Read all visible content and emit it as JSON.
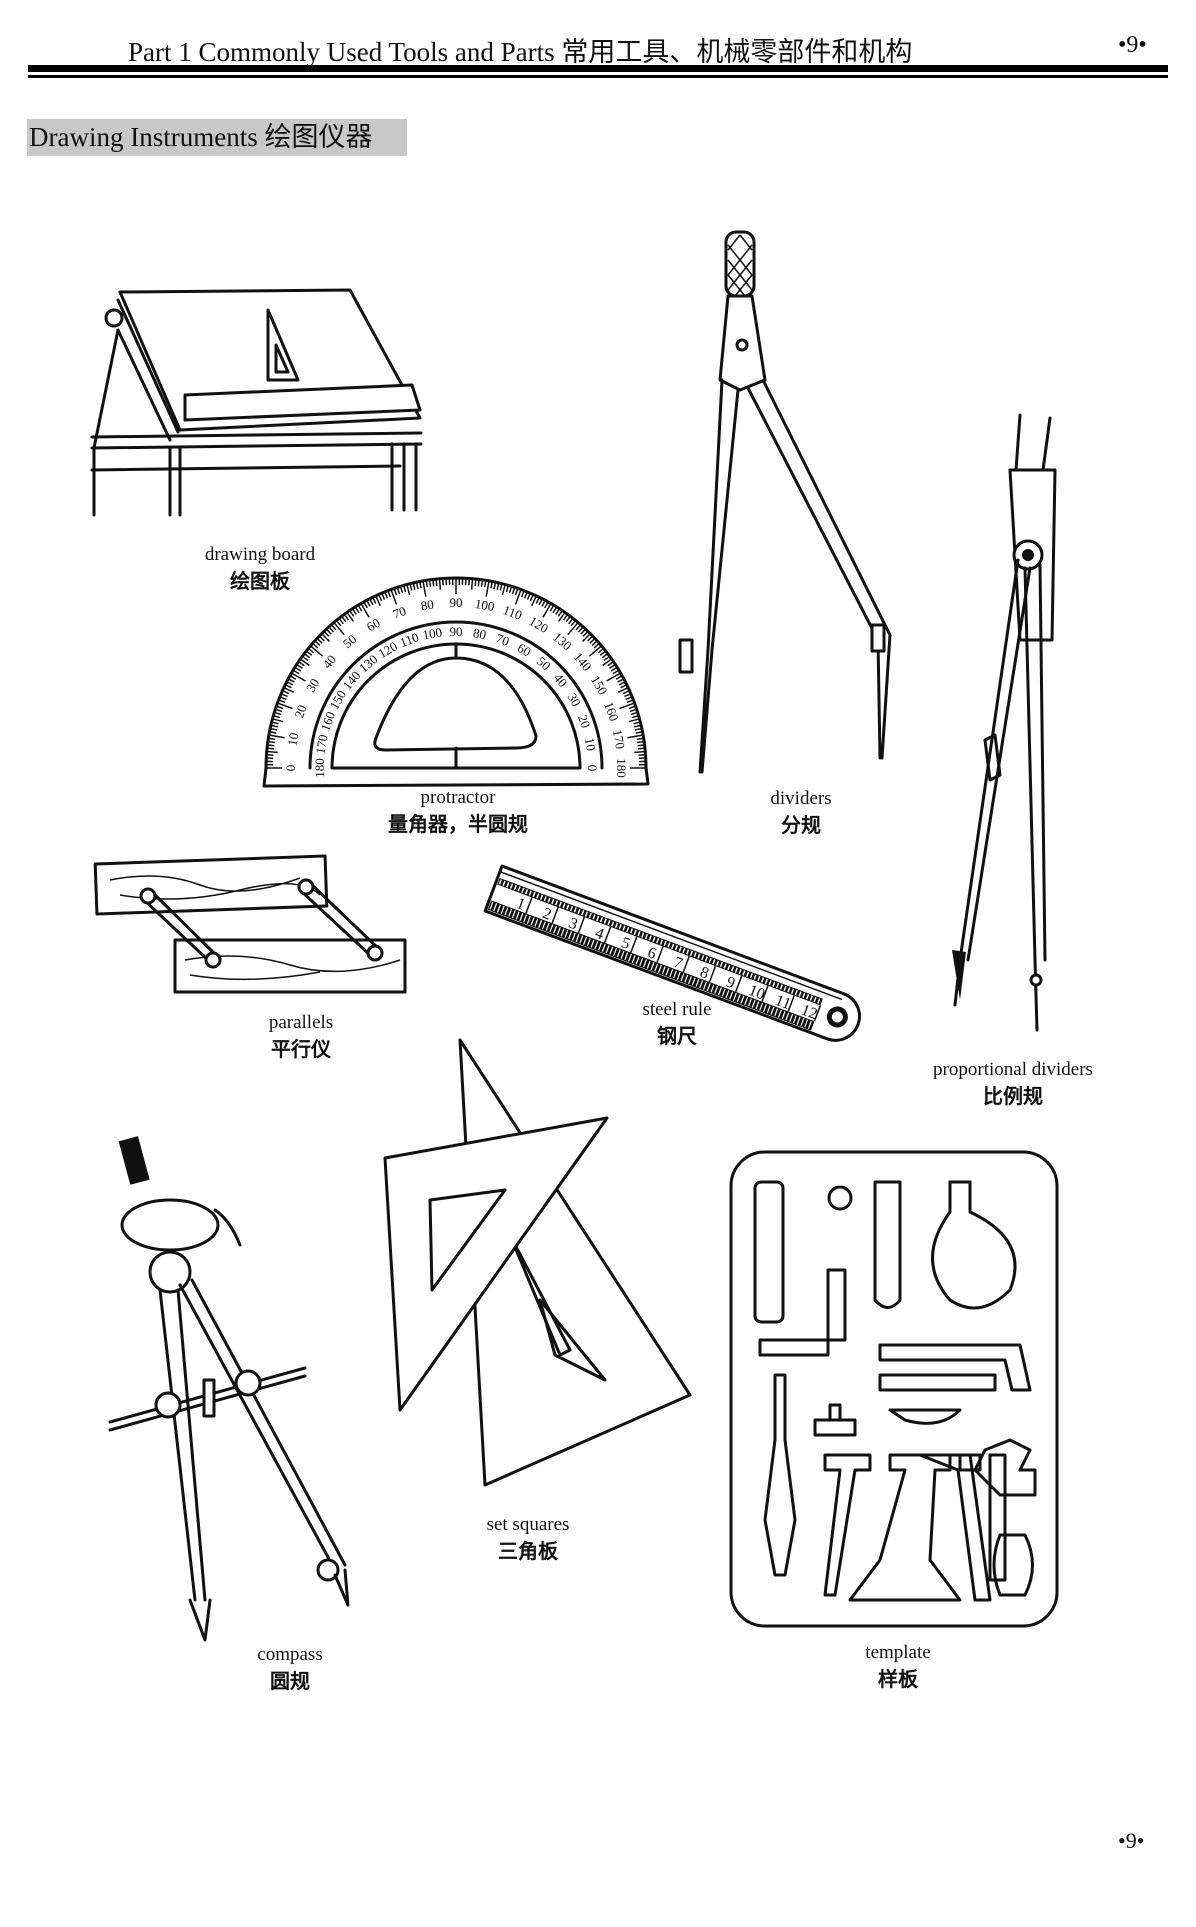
{
  "header": {
    "title": "Part 1   Commonly Used Tools and Parts 常用工具、机械零部件和机构",
    "page_number": "•9•"
  },
  "section": {
    "title": "Drawing Instruments 绘图仪器"
  },
  "items": [
    {
      "en": "drawing board",
      "zh": "绘图板"
    },
    {
      "en": "protractor",
      "zh": "量角器，半圆规"
    },
    {
      "en": "dividers",
      "zh": "分规"
    },
    {
      "en": "parallels",
      "zh": "平行仪"
    },
    {
      "en": "steel rule",
      "zh": "钢尺"
    },
    {
      "en": "proportional dividers",
      "zh": "比例规"
    },
    {
      "en": "set squares",
      "zh": "三角板"
    },
    {
      "en": "compass",
      "zh": "圆规"
    },
    {
      "en": "template",
      "zh": "样板"
    }
  ],
  "protractor_scale": {
    "outer": [
      "0",
      "10",
      "20",
      "30",
      "40",
      "50",
      "60",
      "70",
      "80",
      "90",
      "100",
      "110",
      "120",
      "130",
      "140",
      "150",
      "160",
      "170",
      "180"
    ],
    "inner": [
      "180",
      "170",
      "160",
      "150",
      "140",
      "130",
      "120",
      "110",
      "100",
      "90",
      "80",
      "70",
      "60",
      "50",
      "40",
      "30",
      "20",
      "10",
      "0"
    ]
  },
  "steel_rule_numbers": [
    "1",
    "2",
    "3",
    "4",
    "5",
    "6",
    "7",
    "8",
    "9",
    "10",
    "11",
    "12"
  ],
  "footer": {
    "page_number": "•9•"
  }
}
